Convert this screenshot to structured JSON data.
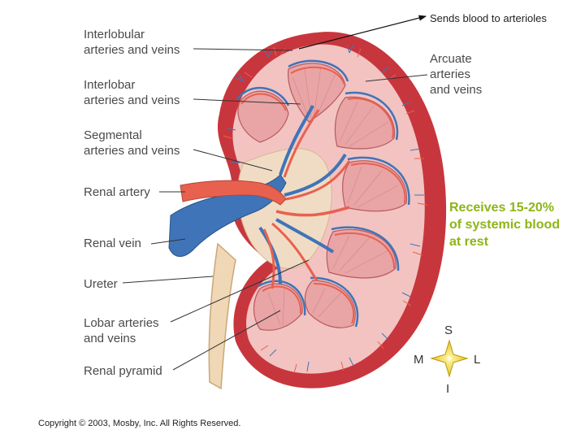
{
  "labels": {
    "interlobular_line1": "Interlobular",
    "interlobular_line2": "arteries and veins",
    "interlobar_line1": "Interlobar",
    "interlobar_line2": "arteries and veins",
    "segmental_line1": "Segmental",
    "segmental_line2": "arteries and veins",
    "renal_artery": "Renal artery",
    "renal_vein": "Renal vein",
    "ureter": "Ureter",
    "lobar_line1": "Lobar arteries",
    "lobar_line2": "and veins",
    "renal_pyramid": "Renal pyramid",
    "arcuate_line1": "Arcuate",
    "arcuate_line2": "arteries",
    "arcuate_line3": "and veins"
  },
  "annotations": {
    "top_note": "Sends blood to arterioles",
    "green_line1": "Receives 15-20%",
    "green_line2": "of systemic blood",
    "green_line3": "at rest",
    "green_color": "#8db516"
  },
  "compass": {
    "superior": "S",
    "inferior": "I",
    "medial": "M",
    "lateral": "L"
  },
  "copyright": "Copyright © 2003, Mosby, Inc. All Rights Reserved.",
  "colors": {
    "artery": "#e8614f",
    "vein": "#3f74b8",
    "cortex": "#f2c3c1",
    "capsule": "#c8363d",
    "pyramid": "#e9a4a5",
    "sinus": "#f0dcc4",
    "ureter": "#f0d7b5"
  }
}
